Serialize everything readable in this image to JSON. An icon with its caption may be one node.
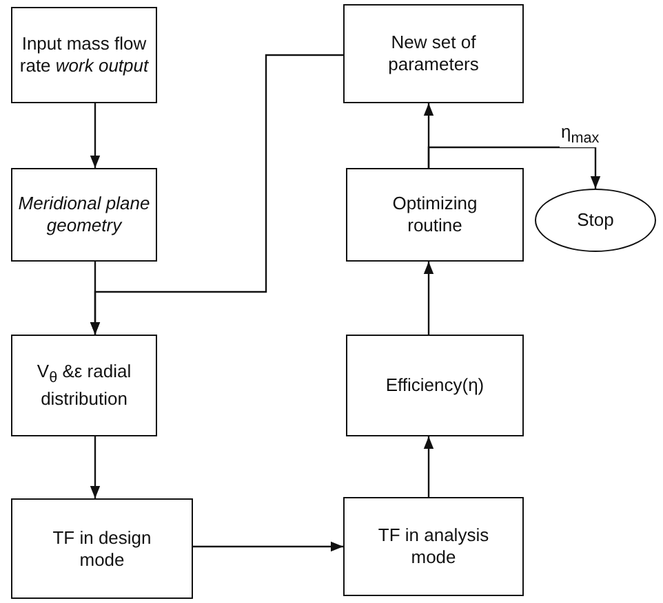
{
  "diagram": {
    "nodes": [
      {
        "text": [
          "Input mass flow rate *work output*"
        ]
      },
      {
        "text": [
          "Meridional plane geometry"
        ]
      },
      {
        "text": [
          "V$_{θ}$ &ε radial distribution"
        ]
      },
      {
        "text": [
          "TF in design mode"
        ]
      },
      {
        "text": [
          "TF in analysis mode"
        ]
      },
      {
        "text": [
          "Efficiency(η)"
        ]
      },
      {
        "text": [
          "Optimizing routine"
        ]
      },
      {
        "text": [
          "New set of parameters"
        ]
      },
      {
        "text": [
          "Stop"
        ]
      }
    ],
    "edges": [
      {
        "from": 0,
        "to": 1,
        "arrow": "to"
      },
      {
        "from": 1,
        "to": 2,
        "arrow": "to"
      },
      {
        "from": 7,
        "to": 2,
        "arrow": "to"
      },
      {
        "from": 2,
        "to": 3,
        "arrow": "to"
      },
      {
        "from": 3,
        "to": 4,
        "arrow": "to"
      },
      {
        "from": 4,
        "to": 5,
        "arrow": "to"
      },
      {
        "from": 5,
        "to": 6,
        "arrow": "to"
      },
      {
        "from": 6,
        "to": 7,
        "arrow": "to"
      },
      {
        "from": 6,
        "to": 8,
        "label": "η$_{max}$",
        "arrow": "to"
      }
    ]
  }
}
